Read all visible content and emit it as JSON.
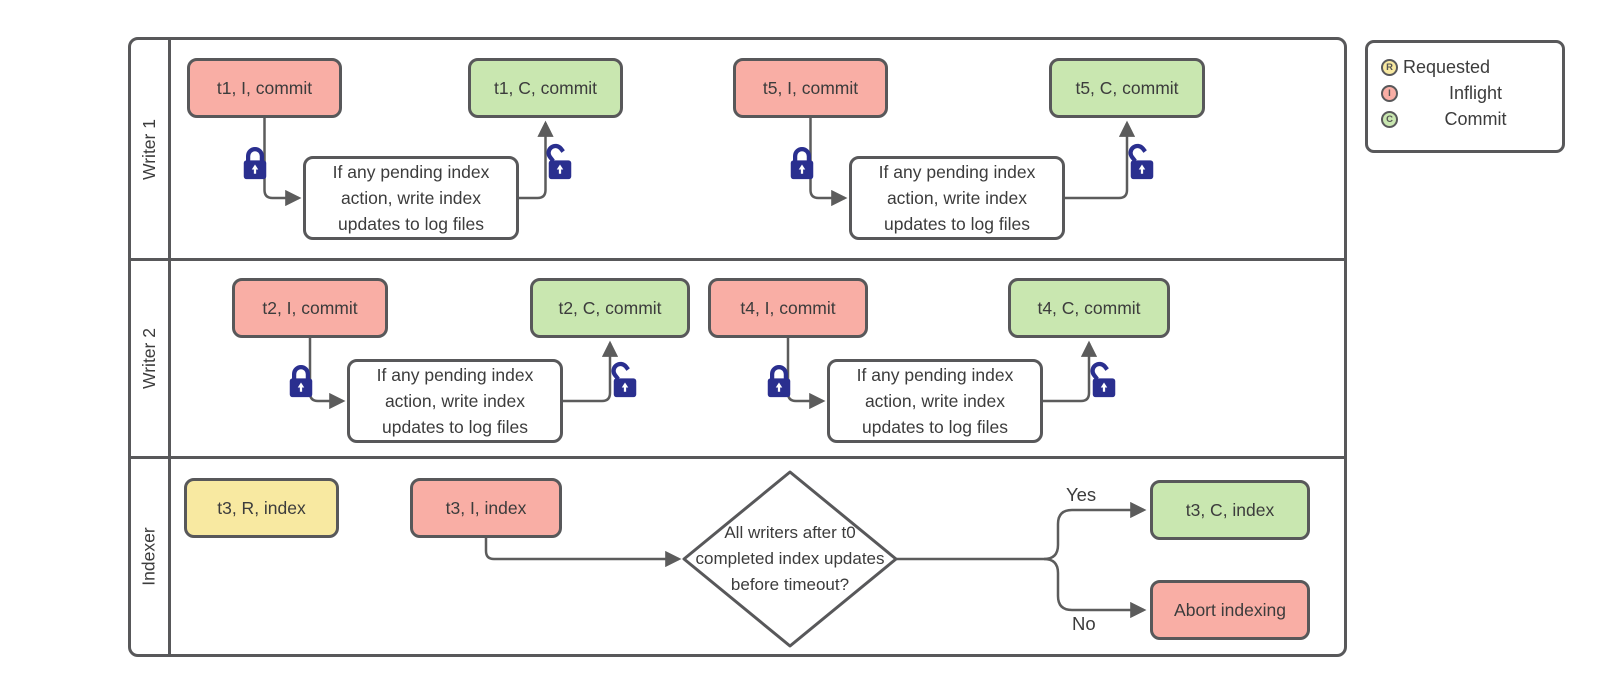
{
  "pool": {
    "lanes": [
      {
        "label": "Writer 1"
      },
      {
        "label": "Writer 2"
      },
      {
        "label": "Indexer"
      }
    ]
  },
  "nodes": {
    "t1_inflight": "t1, I, commit",
    "t1_commit": "t1, C, commit",
    "w1_process_a": "If any pending index action, write index updates to log files",
    "t5_inflight": "t5, I, commit",
    "t5_commit": "t5, C, commit",
    "w1_process_b": "If any pending index action, write index updates to log files",
    "t2_inflight": "t2, I, commit",
    "t2_commit": "t2, C, commit",
    "w2_process_a": "If any pending index action, write index updates to log files",
    "t4_inflight": "t4, I, commit",
    "t4_commit": "t4, C, commit",
    "w2_process_b": "If any pending index action, write index updates to log files",
    "t3_requested": "t3, R, index",
    "t3_inflight": "t3, I, index",
    "decision": "All writers after t0 completed index updates before timeout?",
    "t3_commit": "t3, C, index",
    "abort": "Abort indexing"
  },
  "edges": {
    "yes_label": "Yes",
    "no_label": "No"
  },
  "legend": {
    "items": [
      {
        "letter": "R",
        "label": "Requested",
        "color": "#F8E9A1"
      },
      {
        "letter": "I",
        "label": "Inflight",
        "color": "#F9AEA5"
      },
      {
        "letter": "C",
        "label": "Commit",
        "color": "#C9E7B0"
      }
    ]
  },
  "colors": {
    "inflight": "#F9AEA5",
    "commit": "#C9E7B0",
    "requested": "#F8E9A1",
    "process": "#FFFFFF",
    "stroke": "#58585A",
    "connector": "#5C5C5C",
    "lock": "#2A2F8F"
  }
}
